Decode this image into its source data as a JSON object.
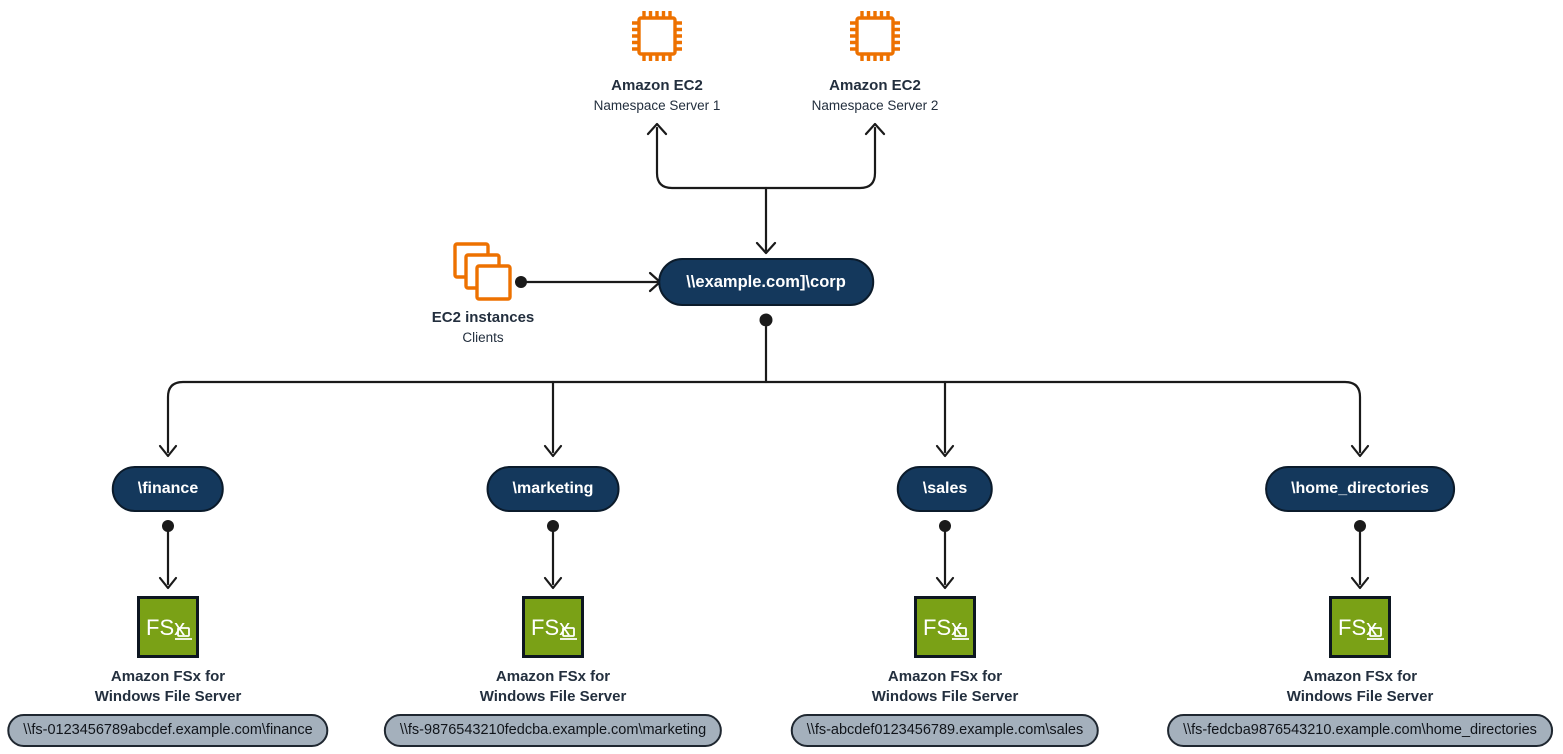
{
  "nodes": {
    "namespace_server_1": {
      "title": "Amazon EC2",
      "subtitle": "Namespace Server 1"
    },
    "namespace_server_2": {
      "title": "Amazon EC2",
      "subtitle": "Namespace Server 2"
    },
    "clients": {
      "title": "EC2 instances",
      "subtitle": "Clients"
    },
    "namespace_root": {
      "label": "\\\\example.com]\\corp"
    }
  },
  "shares": [
    {
      "label": "\\finance",
      "fsx_title": "Amazon FSx for",
      "fsx_subtitle": "Windows File Server",
      "unc_path": "\\\\fs-0123456789abcdef.example.com\\finance"
    },
    {
      "label": "\\marketing",
      "fsx_title": "Amazon FSx for",
      "fsx_subtitle": "Windows File Server",
      "unc_path": "\\\\fs-9876543210fedcba.example.com\\marketing"
    },
    {
      "label": "\\sales",
      "fsx_title": "Amazon FSx for",
      "fsx_subtitle": "Windows File Server",
      "unc_path": "\\\\fs-abcdef0123456789.example.com\\sales"
    },
    {
      "label": "\\home_directories",
      "fsx_title": "Amazon FSx for",
      "fsx_subtitle": "Windows File Server",
      "unc_path": "\\\\fs-fedcba9876543210.example.com\\home_directories"
    }
  ],
  "icons": {
    "ec2_chip": "ec2-chip-icon",
    "ec2_instances": "ec2-instances-icon",
    "fsx": "fsx-windows-file-server-icon",
    "fsx_label": "FSx"
  },
  "colors": {
    "aws_orange": "#ED7100",
    "node_navy": "#14385C",
    "fsx_green": "#7AA116",
    "path_gray": "#A4B0BC",
    "text_dark": "#232F3E",
    "line_black": "#1a1a1a"
  }
}
